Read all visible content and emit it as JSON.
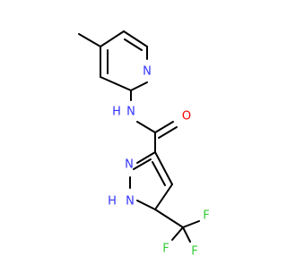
{
  "molecule": {
    "colors": {
      "bond": "#000000",
      "nitrogen": "#3333ff",
      "oxygen": "#ff0000",
      "fluorine": "#33cc33",
      "background": "#ffffff"
    },
    "labels": {
      "pyridine_n": "N",
      "amide_nh": "N",
      "amide_h": "H",
      "carbonyl_o": "O",
      "pyrazole_n2": "N",
      "pyrazole_n1": "N",
      "pyrazole_h": "H",
      "f_left": "F",
      "f_top": "F",
      "f_right": "F"
    }
  }
}
